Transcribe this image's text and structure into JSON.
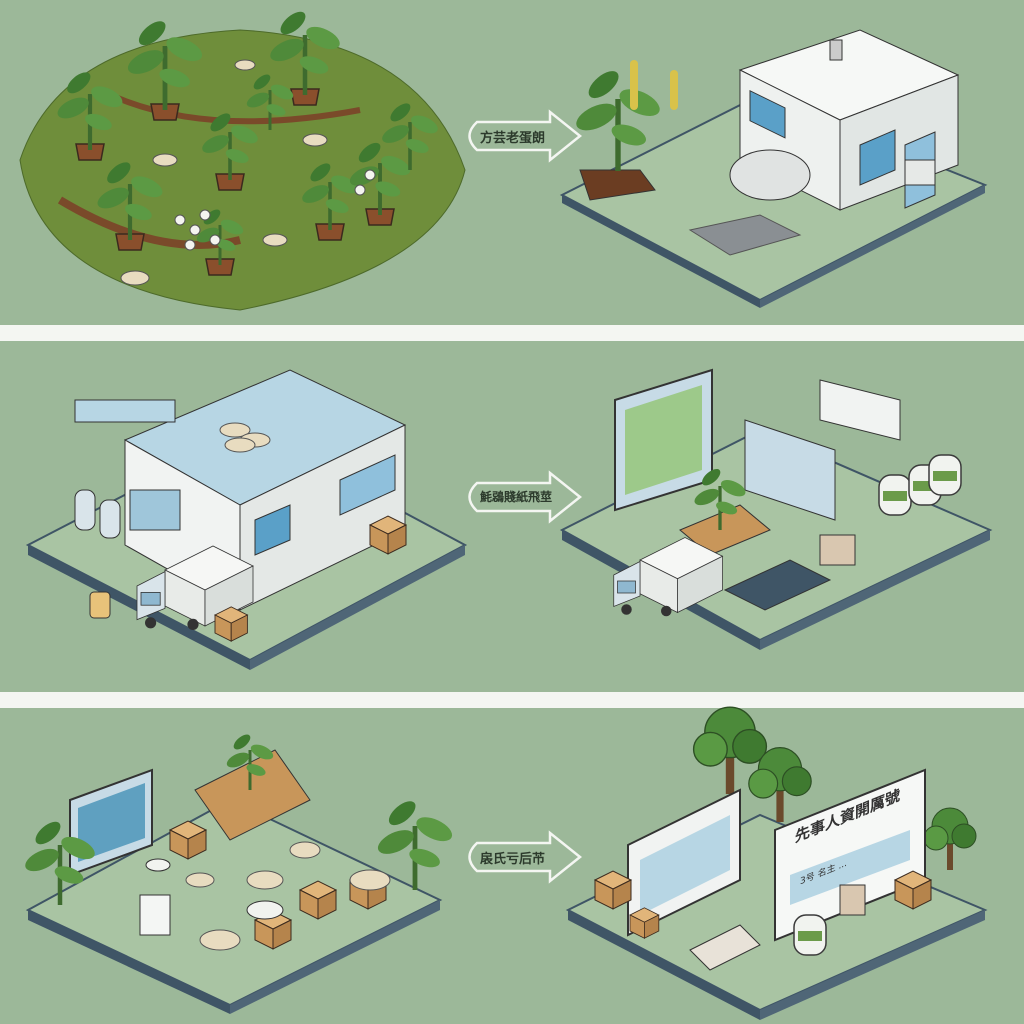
{
  "stages": [
    {
      "id": "cultivation-to-processing",
      "arrow_label": "方芸老蛋朗"
    },
    {
      "id": "processing-to-distribution",
      "arrow_label": "魹鵋賤紙飛莖"
    },
    {
      "id": "storage-to-retail",
      "arrow_label": "扆氏亏后芇"
    }
  ],
  "retail_sign": {
    "title": "先事人資開厲號",
    "subtitle": "3号 名主 ..."
  },
  "colors": {
    "background": "#9cb899",
    "platform": "#a9c4a3",
    "platform_edge": "#3f5566",
    "separator": "#f4f6f2"
  }
}
